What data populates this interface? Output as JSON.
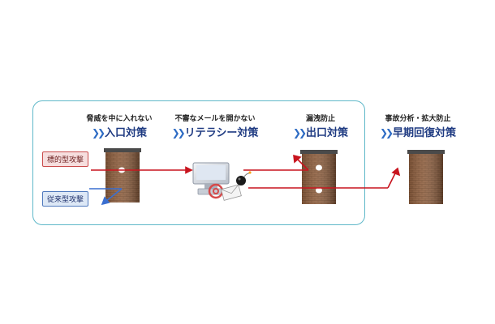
{
  "stages": [
    {
      "subtitle": "脅威を中に入れない",
      "title": "入口対策"
    },
    {
      "subtitle": "不審なメールを開かない",
      "title": "リテラシー対策"
    },
    {
      "subtitle": "漏洩防止",
      "title": "出口対策"
    },
    {
      "subtitle": "事故分析・拡大防止",
      "title": "早期回復対策"
    }
  ],
  "threats": {
    "targeted": "標的型攻撃",
    "conventional": "従来型攻撃"
  },
  "colors": {
    "frame": "#5fb8c9",
    "title": "#1f3b82",
    "chevron": "#2d6bc4",
    "attack_red": "#c8141e",
    "attack_blue": "#3a6fd0",
    "wall": "#8a5a3a"
  }
}
